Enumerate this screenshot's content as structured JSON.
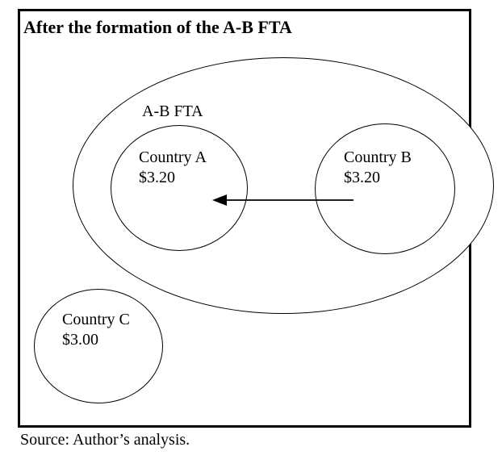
{
  "figure": {
    "title": "After the formation of the A-B FTA",
    "fta": {
      "label": "A-B FTA"
    },
    "countries": {
      "a": {
        "name": "Country A",
        "price": "$3.20"
      },
      "b": {
        "name": "Country B",
        "price": "$3.20"
      },
      "c": {
        "name": "Country C",
        "price": "$3.00"
      }
    },
    "arrow": {
      "direction": "left",
      "from": "Country B",
      "to": "Country A"
    },
    "source_note": "Source: Author’s analysis.",
    "colors": {
      "stroke": "#000000",
      "background": "#ffffff",
      "text": "#000000"
    }
  }
}
